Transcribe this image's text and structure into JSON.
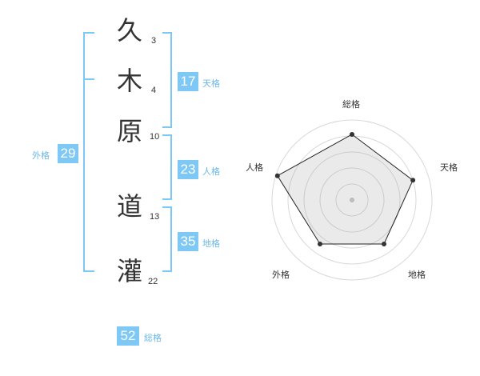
{
  "name_chars": [
    {
      "char": "久",
      "strokes": "3"
    },
    {
      "char": "木",
      "strokes": "4"
    },
    {
      "char": "原",
      "strokes": "10"
    },
    {
      "char": "道",
      "strokes": "13"
    },
    {
      "char": "灌",
      "strokes": "22"
    }
  ],
  "fortune": {
    "tenkaku": {
      "value": "17",
      "label": "天格"
    },
    "jinkaku": {
      "value": "23",
      "label": "人格"
    },
    "chikaku": {
      "value": "35",
      "label": "地格"
    },
    "gaikaku": {
      "value": "29",
      "label": "外格"
    },
    "soukaku": {
      "value": "52",
      "label": "総格"
    }
  },
  "radar": {
    "axes": [
      "総格",
      "天格",
      "地格",
      "外格",
      "人格"
    ],
    "values": [
      0.82,
      0.8,
      0.68,
      0.68,
      0.98
    ],
    "accent": "#7ec8f6"
  }
}
